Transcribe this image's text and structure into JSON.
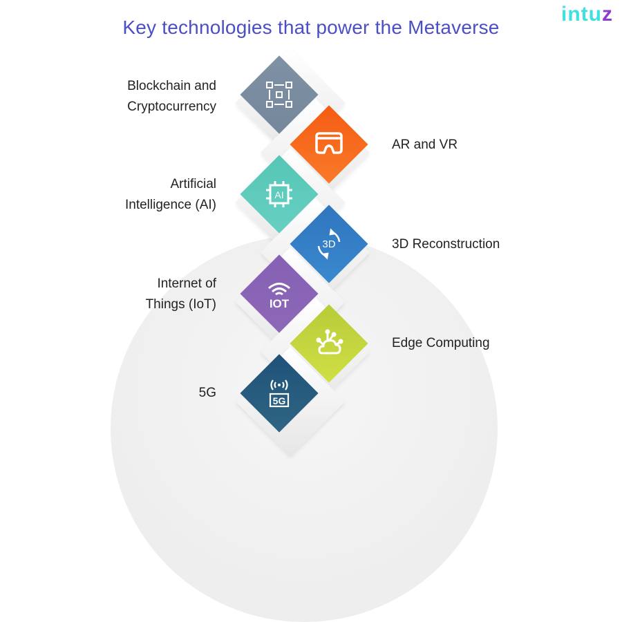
{
  "title": "Key technologies that power the Metaverse",
  "logo": {
    "text_main": "intu",
    "text_accent": "z",
    "color_main": "#3fe0e0",
    "color_accent": "#8b3ccf"
  },
  "items": [
    {
      "label": "Blockchain and Cryptocurrency",
      "lines": [
        "Blockchain and",
        "Cryptocurrency"
      ],
      "side": "left",
      "icon": "blockchain-network-icon",
      "color": "#7a8ca0"
    },
    {
      "label": "AR and VR",
      "lines": [
        "AR and VR"
      ],
      "side": "right",
      "icon": "vr-headset-icon",
      "color": "#f7661c"
    },
    {
      "label": "Artificial Intelligence (AI)",
      "lines": [
        "Artificial",
        "Intelligence (AI)"
      ],
      "side": "left",
      "icon": "ai-chip-icon",
      "color": "#5ecabb"
    },
    {
      "label": "3D Reconstruction",
      "lines": [
        "3D Reconstruction"
      ],
      "side": "right",
      "icon": "3d-rotate-icon",
      "icon_text": "3D",
      "color": "#3580c5"
    },
    {
      "label": "Internet of Things (IoT)",
      "lines": [
        "Internet of",
        "Things (IoT)"
      ],
      "side": "left",
      "icon": "iot-wifi-icon",
      "icon_text": "IOT",
      "color": "#8a62b5"
    },
    {
      "label": "Edge Computing",
      "lines": [
        "Edge Computing"
      ],
      "side": "right",
      "icon": "edge-cloud-icon",
      "color": "#c2d33c"
    },
    {
      "label": "5G",
      "lines": [
        "5G"
      ],
      "side": "left",
      "icon": "5g-antenna-icon",
      "icon_text": "5G",
      "color": "#2a5a7d"
    }
  ]
}
